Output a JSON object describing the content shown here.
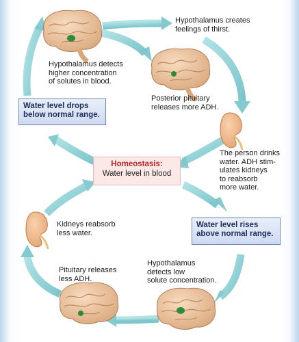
{
  "labels": {
    "detect_high": "Hypothalamus detects\nhigher concentration\nof solutes in blood.",
    "thirst": "Hypothalamus creates\nfeelings of thirst.",
    "releases_more": "Posterior pituitary\nreleases more ADH.",
    "drinks": "The person drinks\nwater. ADH stim-\nulates kidneys\nto reabsorb\nmore water.",
    "reabsorb_less": "Kidneys reabsorb\nless water.",
    "releases_less": "Pituitary releases\nless ADH.",
    "detect_low": "Hypothalamus\ndetects low\nsolute concentration."
  },
  "boxes": {
    "drops": "Water level drops\nbelow normal range.",
    "rises": "Water level rises\nabove normal range."
  },
  "homeostasis": {
    "title": "Homeostasis:",
    "subtitle": "Water level in blood"
  },
  "colors": {
    "arrow": "#8fd2d6",
    "brain": "#ecc29a",
    "brain_outline": "#b07a52",
    "nucleus": "#2f8a3d",
    "kidney": "#f0b88a",
    "box_text": "#1c2e58",
    "homeostasis_title": "#c02525"
  }
}
